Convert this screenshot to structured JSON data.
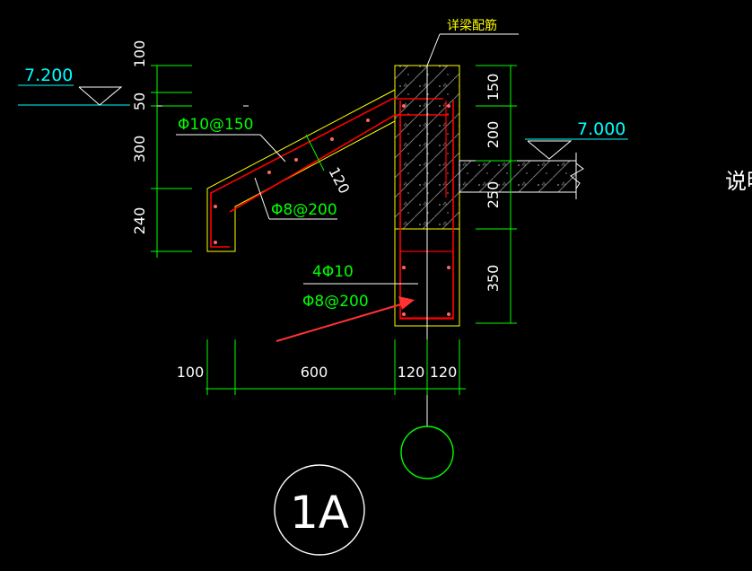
{
  "labels": {
    "title_callout": "详梁配筋",
    "elevation_left": "7.200",
    "elevation_right": "7.000",
    "note_cut": "说明",
    "rebar_slab_top": "Φ10@150",
    "rebar_slab_bottom": "Φ8@200",
    "rebar_beam_main": "4Φ10",
    "rebar_beam_stirrup": "Φ8@200",
    "slab_thickness": "120",
    "section_mark": "1A"
  },
  "dimensions": {
    "left_vertical": [
      "100",
      "50",
      "300",
      "240"
    ],
    "right_vertical": [
      "150",
      "200",
      "250",
      "350"
    ],
    "bottom_horizontal": [
      "100",
      "600",
      "120",
      "120"
    ]
  },
  "colors": {
    "background": "#000000",
    "dimension": "#00ff00",
    "outline": "#ffff00",
    "rebar": "#ff0000",
    "elevation": "#00ffff",
    "text": "#ffffff",
    "leader_arrow": "#ff3333"
  }
}
